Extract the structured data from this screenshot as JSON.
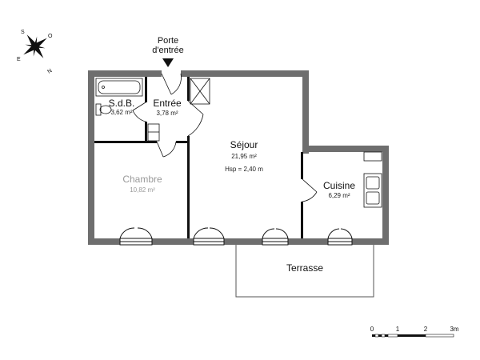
{
  "entrance": {
    "line1": "Porte",
    "line2": "d'entrée"
  },
  "rooms": {
    "sdb": {
      "name": "S.d.B.",
      "area": "3,62 m²"
    },
    "entree": {
      "name": "Entrée",
      "area": "3,78 m²"
    },
    "sejour": {
      "name": "Séjour",
      "area": "21,95 m²",
      "height": "Hsp = 2,40 m"
    },
    "chambre": {
      "name": "Chambre",
      "area": "10,82 m²"
    },
    "cuisine": {
      "name": "Cuisine",
      "area": "6,29 m²"
    },
    "terrasse": {
      "name": "Terrasse"
    }
  },
  "compass": {
    "n": "N",
    "s": "S",
    "e": "E",
    "o": "O"
  },
  "scale": {
    "ticks": [
      "0",
      "1",
      "2",
      "3m"
    ]
  },
  "colors": {
    "wall": "#6e6e6e",
    "ink": "#111111"
  }
}
